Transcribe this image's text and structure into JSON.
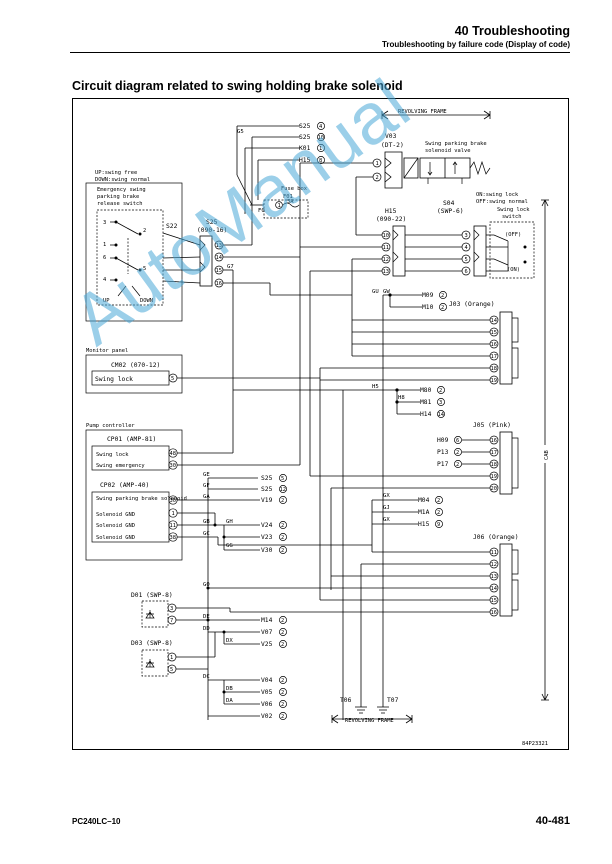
{
  "header": {
    "section_title": "40 Troubleshooting",
    "section_subtitle": "Troubleshooting by failure code (Display of code)"
  },
  "page": {
    "diagram_title": "Circuit diagram related to swing holding brake solenoid",
    "model": "PC240LC–10",
    "page_number": "40-481"
  },
  "watermark": {
    "text": "AutoManual"
  },
  "diagram": {
    "revolving_frame_top": "REVOLVING FRAME",
    "revolving_frame_bottom": "REVOLVING FRAME",
    "cab": "CAB",
    "drawing_number": "84P23321",
    "v03": {
      "name": "V03",
      "type": "(DT-2)",
      "desc1": "Swing parking brake",
      "desc2": "solenoid valve"
    },
    "s25_box": {
      "name": "S25",
      "type": "(090-16)",
      "pins": [
        "13",
        "14",
        "15",
        "16"
      ]
    },
    "s22": {
      "name": "S22"
    },
    "swing_switch": {
      "note1": "UP:swing free",
      "note2": "DOWN:swing normal",
      "title1": "Emergency swing",
      "title2": "parking brake",
      "title3": "release switch",
      "pins": [
        "3",
        "2",
        "1",
        "6",
        "5",
        "4"
      ],
      "up": "UP",
      "down": "DOWN"
    },
    "fuse_box": {
      "name": "Fuse box",
      "code": "F01",
      "pin": "1",
      "amp": "5A"
    },
    "h15": {
      "name": "H15",
      "type": "(090-22)",
      "pins": [
        "10",
        "11",
        "12",
        "13"
      ]
    },
    "s04": {
      "name": "S04",
      "type": "(SWP-6)",
      "note1": "ON:swing lock",
      "note2": "OFF:swing normal",
      "title1": "Swing lock",
      "title2": "switch",
      "pins": [
        "3",
        "4",
        "5",
        "6"
      ],
      "off": "(OFF)",
      "on": "(ON)"
    },
    "monitor": {
      "title": "Monitor panel",
      "connector": "CM02 (070-12)",
      "label": "Swing lock",
      "pin": "5"
    },
    "pump": {
      "title": "Pump controller",
      "cp01": "CP01 (AMP-81)",
      "cp02": "CP02 (AMP-40)",
      "cp01_rows": [
        {
          "label": "Swing lock",
          "pin": "48"
        },
        {
          "label": "Swing emergency",
          "pin": "30"
        }
      ],
      "cp02_rows": [
        {
          "label": "Swing parking brake solenoid",
          "pin": "30"
        },
        {
          "label": "Solenoid GND",
          "pin": "1"
        },
        {
          "label": "Solenoid GND",
          "pin": "11"
        },
        {
          "label": "Solenoid GND",
          "pin": "38"
        }
      ]
    },
    "d01": {
      "name": "D01 (SWP-8)",
      "pins": [
        "3",
        "7"
      ]
    },
    "d03": {
      "name": "D03 (SWP-8)",
      "pins": [
        "1",
        "5"
      ]
    },
    "j03": {
      "name": "J03 (Orange)",
      "pins": [
        "14",
        "15",
        "16",
        "17",
        "18",
        "19"
      ]
    },
    "j05": {
      "name": "J05 (Pink)",
      "pins": [
        "16",
        "17",
        "18",
        "19",
        "20"
      ]
    },
    "j06": {
      "name": "J06 (Orange)",
      "pins": [
        "11",
        "12",
        "13",
        "14",
        "15",
        "16"
      ]
    },
    "wire_codes": [
      "G5",
      "F0",
      "G7",
      "GU",
      "GW",
      "H5",
      "H8",
      "GX",
      "GJ",
      "GX",
      "GE",
      "GF",
      "GA",
      "GB",
      "GH",
      "GC",
      "GG",
      "G0",
      "DE",
      "DD",
      "DX",
      "DC",
      "DB",
      "DA"
    ],
    "grounds": [
      "T06",
      "T07"
    ],
    "refs": [
      {
        "name": "S25",
        "pin": "4"
      },
      {
        "name": "S25",
        "pin": "10"
      },
      {
        "name": "K01",
        "pin": "1"
      },
      {
        "name": "H15",
        "pin": "8"
      },
      {
        "name": "M09",
        "pin": "2"
      },
      {
        "name": "M10",
        "pin": "2"
      },
      {
        "name": "M80",
        "pin": "2"
      },
      {
        "name": "M81",
        "pin": "3"
      },
      {
        "name": "H14",
        "pin": "14"
      },
      {
        "name": "H09",
        "pin": "6"
      },
      {
        "name": "P13",
        "pin": "2"
      },
      {
        "name": "P17",
        "pin": "2"
      },
      {
        "name": "M04",
        "pin": "2"
      },
      {
        "name": "M1A",
        "pin": "2"
      },
      {
        "name": "H15",
        "pin": "9"
      },
      {
        "name": "S25",
        "pin": "5"
      },
      {
        "name": "S25",
        "pin": "12"
      },
      {
        "name": "V19",
        "pin": "2"
      },
      {
        "name": "V24",
        "pin": "2"
      },
      {
        "name": "V23",
        "pin": "2"
      },
      {
        "name": "V30",
        "pin": "2"
      },
      {
        "name": "M14",
        "pin": "2"
      },
      {
        "name": "V07",
        "pin": "2"
      },
      {
        "name": "V25",
        "pin": "2"
      },
      {
        "name": "V04",
        "pin": "2"
      },
      {
        "name": "V05",
        "pin": "2"
      },
      {
        "name": "V06",
        "pin": "2"
      },
      {
        "name": "V02",
        "pin": "2"
      }
    ]
  }
}
